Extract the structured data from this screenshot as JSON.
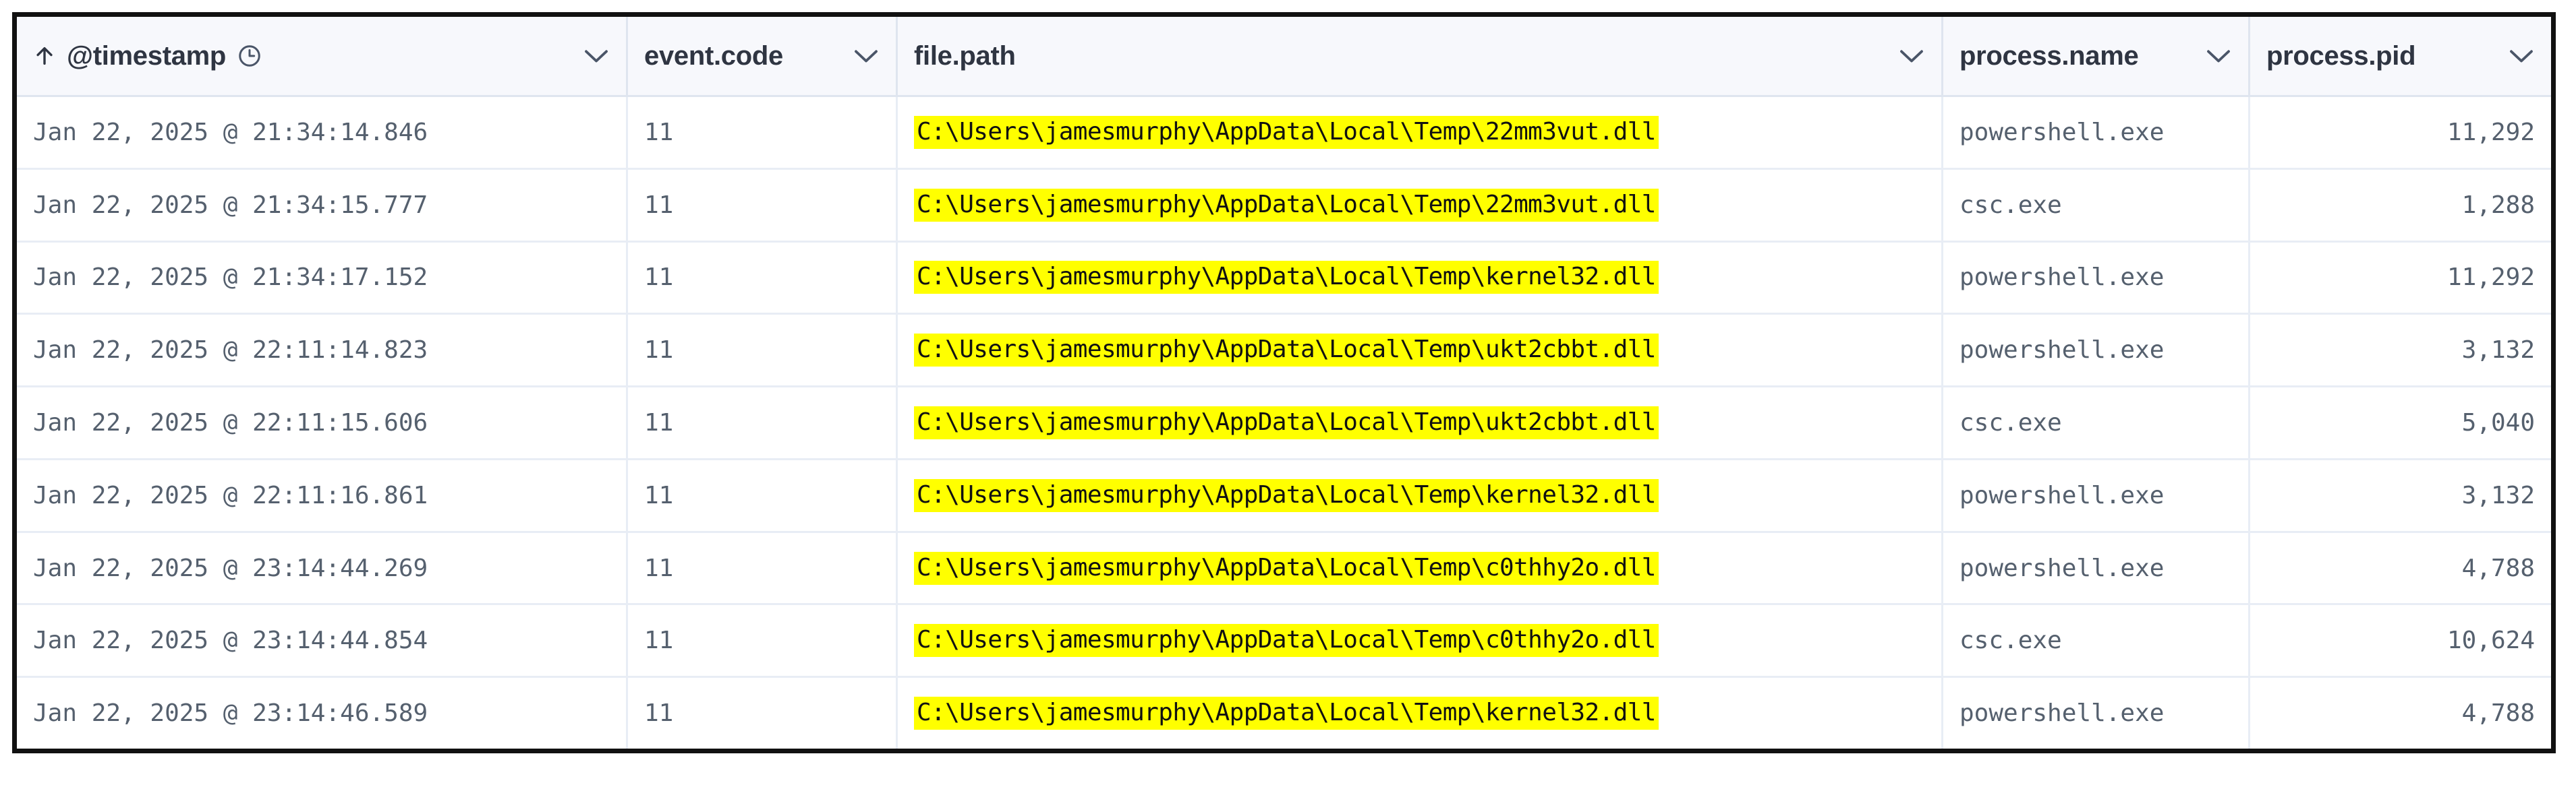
{
  "table": {
    "columns": [
      {
        "key": "timestamp",
        "label": "@timestamp",
        "icon": "clock-icon",
        "sorted": true,
        "sort_direction": "asc",
        "sort_icon": "arrow-up-icon",
        "menu_icon": "chevron-down-icon",
        "align": "left"
      },
      {
        "key": "event_code",
        "label": "event.code",
        "icon": null,
        "sorted": false,
        "menu_icon": "chevron-down-icon",
        "align": "left"
      },
      {
        "key": "file_path",
        "label": "file.path",
        "icon": null,
        "sorted": false,
        "menu_icon": "chevron-down-icon",
        "align": "left"
      },
      {
        "key": "process_name",
        "label": "process.name",
        "icon": null,
        "sorted": false,
        "menu_icon": "chevron-down-icon",
        "align": "left"
      },
      {
        "key": "process_pid",
        "label": "process.pid",
        "icon": null,
        "sorted": false,
        "menu_icon": "chevron-down-icon",
        "align": "right"
      }
    ],
    "rows": [
      {
        "timestamp": "Jan 22, 2025 @ 21:34:14.846",
        "event_code": "11",
        "file_path": "C:\\Users\\jamesmurphy\\AppData\\Local\\Temp\\22mm3vut.dll",
        "file_path_highlighted": true,
        "process_name": "powershell.exe",
        "process_pid": "11,292"
      },
      {
        "timestamp": "Jan 22, 2025 @ 21:34:15.777",
        "event_code": "11",
        "file_path": "C:\\Users\\jamesmurphy\\AppData\\Local\\Temp\\22mm3vut.dll",
        "file_path_highlighted": true,
        "process_name": "csc.exe",
        "process_pid": "1,288"
      },
      {
        "timestamp": "Jan 22, 2025 @ 21:34:17.152",
        "event_code": "11",
        "file_path": "C:\\Users\\jamesmurphy\\AppData\\Local\\Temp\\kernel32.dll",
        "file_path_highlighted": true,
        "process_name": "powershell.exe",
        "process_pid": "11,292"
      },
      {
        "timestamp": "Jan 22, 2025 @ 22:11:14.823",
        "event_code": "11",
        "file_path": "C:\\Users\\jamesmurphy\\AppData\\Local\\Temp\\ukt2cbbt.dll",
        "file_path_highlighted": true,
        "process_name": "powershell.exe",
        "process_pid": "3,132"
      },
      {
        "timestamp": "Jan 22, 2025 @ 22:11:15.606",
        "event_code": "11",
        "file_path": "C:\\Users\\jamesmurphy\\AppData\\Local\\Temp\\ukt2cbbt.dll",
        "file_path_highlighted": true,
        "process_name": "csc.exe",
        "process_pid": "5,040"
      },
      {
        "timestamp": "Jan 22, 2025 @ 22:11:16.861",
        "event_code": "11",
        "file_path": "C:\\Users\\jamesmurphy\\AppData\\Local\\Temp\\kernel32.dll",
        "file_path_highlighted": true,
        "process_name": "powershell.exe",
        "process_pid": "3,132"
      },
      {
        "timestamp": "Jan 22, 2025 @ 23:14:44.269",
        "event_code": "11",
        "file_path": "C:\\Users\\jamesmurphy\\AppData\\Local\\Temp\\c0thhy2o.dll",
        "file_path_highlighted": true,
        "process_name": "powershell.exe",
        "process_pid": "4,788"
      },
      {
        "timestamp": "Jan 22, 2025 @ 23:14:44.854",
        "event_code": "11",
        "file_path": "C:\\Users\\jamesmurphy\\AppData\\Local\\Temp\\c0thhy2o.dll",
        "file_path_highlighted": true,
        "process_name": "csc.exe",
        "process_pid": "10,624"
      },
      {
        "timestamp": "Jan 22, 2025 @ 23:14:46.589",
        "event_code": "11",
        "file_path": "C:\\Users\\jamesmurphy\\AppData\\Local\\Temp\\kernel32.dll",
        "file_path_highlighted": true,
        "process_name": "powershell.exe",
        "process_pid": "4,788"
      }
    ]
  },
  "colors": {
    "highlight": "#ffff00",
    "header_bg": "#f7f8fc",
    "header_text": "#2f3542",
    "cell_text": "#55606e",
    "grid_line": "#e8edf5",
    "frame": "#111111"
  }
}
